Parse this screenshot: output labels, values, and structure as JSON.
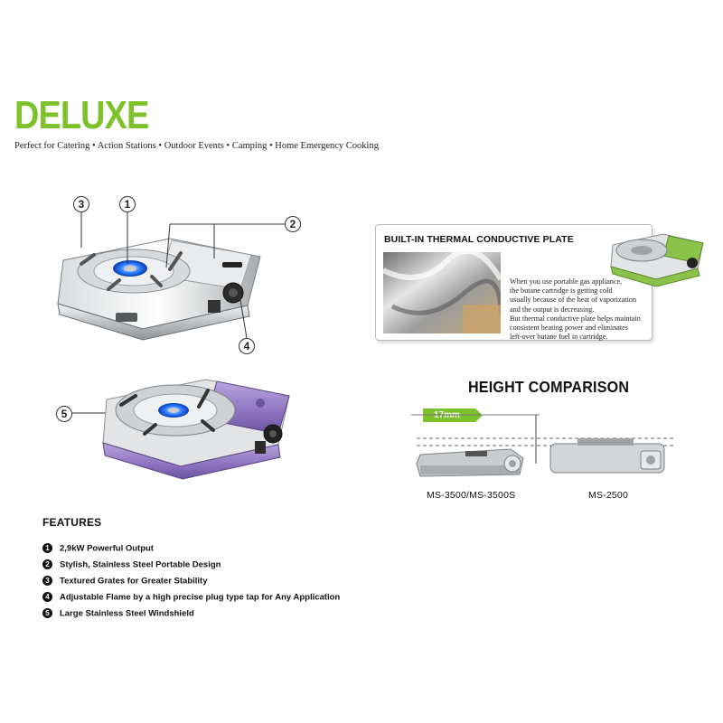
{
  "header": {
    "title": "DELUXE",
    "subtitle": "Perfect for Catering • Action Stations • Outdoor Events • Camping • Home Emergency Cooking"
  },
  "callouts": [
    "3",
    "1",
    "2",
    "4",
    "5"
  ],
  "thermal": {
    "title": "BUILT-IN THERMAL CONDUCTIVE PLATE",
    "lines": [
      "When you use portable gas appliance,",
      "the butane cartridge is getting cold",
      "usually because of the heat of vaporization",
      "and  the output is decreasing.",
      "But thermal conductive plate helps maintain",
      "consistent heating power and eliminates",
      "left-over butane fuel in cartridge."
    ]
  },
  "height_comparison": {
    "title": "HEIGHT COMPARISON",
    "difference": "17mm",
    "model_a": "MS-3500/MS-3500S",
    "model_b": "MS-2500"
  },
  "features": {
    "title": "FEATURES",
    "items": [
      {
        "num": "1",
        "text": "2,9kW Powerful Output"
      },
      {
        "num": "2",
        "text": "Stylish, Stainless Steel Portable Design"
      },
      {
        "num": "3",
        "text": "Textured Grates for Greater Stability"
      },
      {
        "num": "4",
        "text": "Adjustable Flame by a high precise plug type tap for Any Application"
      },
      {
        "num": "5",
        "text": "Large Stainless Steel Windshield"
      }
    ]
  },
  "colors": {
    "brand_green": "#7dc12b",
    "flame_blue": "#2b7bff",
    "stove_purple": "#8e72c0"
  }
}
